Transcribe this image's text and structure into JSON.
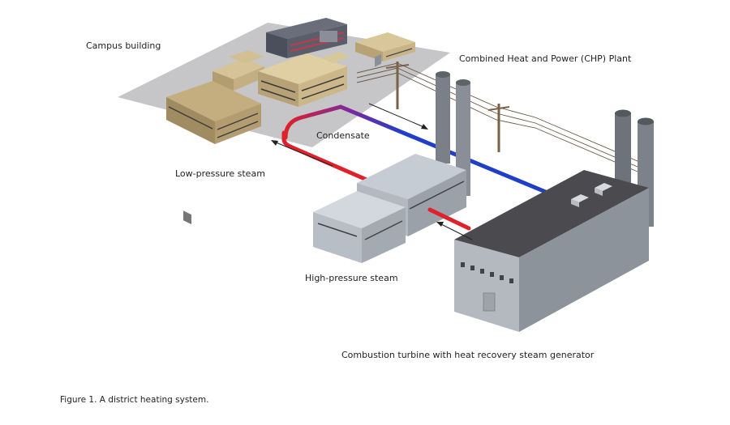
{
  "labels": {
    "campus_building": "Campus building",
    "chp_plant": "Combined Heat and Power (CHP) Plant",
    "condensate": "Condensate",
    "low_pressure_steam": "Low-pressure steam",
    "high_pressure_steam": "High-pressure steam",
    "combustion_turbine": "Combustion turbine with heat recovery steam generator"
  },
  "caption": "Figure 1. A district heating system.",
  "colors": {
    "steam_pipe": "#e0202a",
    "condensate_pipe": "#1f3fc8",
    "ground": "#c9c9cb",
    "campus_tan": "#cdb98c",
    "plant_gray": "#a9b0b8",
    "turbine_roof": "#4b4b4f"
  }
}
